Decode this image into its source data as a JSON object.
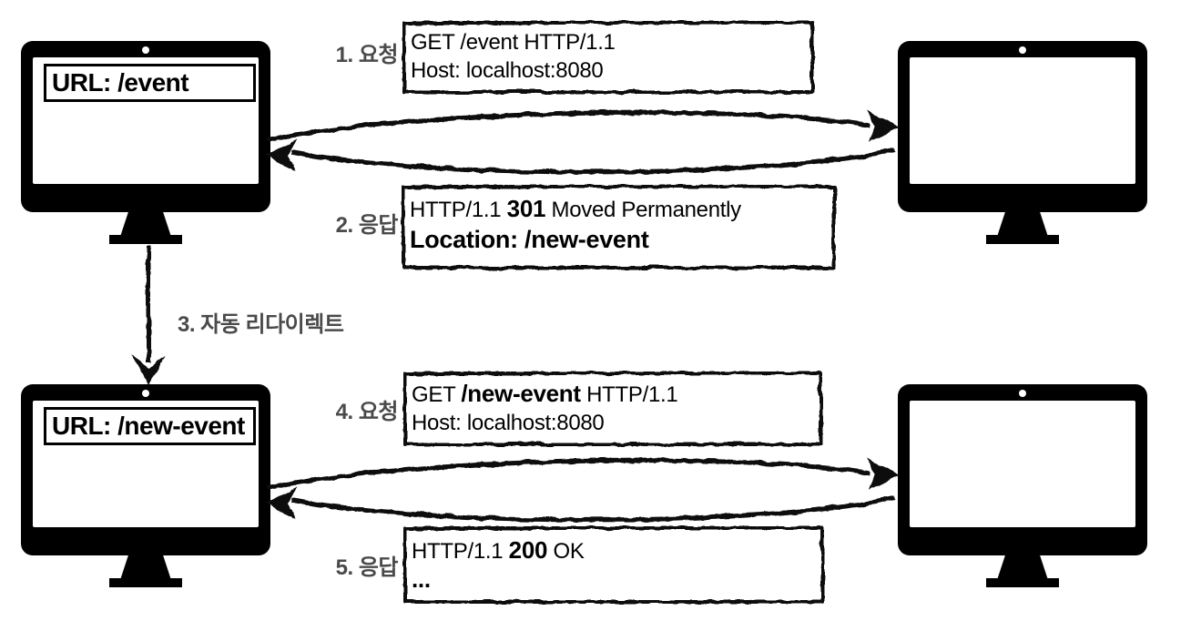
{
  "steps": {
    "s1": "1. 요청",
    "s2": "2. 응답",
    "s3": "3. 자동 리다이렉트",
    "s4": "4. 요청",
    "s5": "5. 응답"
  },
  "client_top": {
    "url_bar": "URL: /event"
  },
  "client_bottom": {
    "url_bar": "URL: /new-event"
  },
  "messages": {
    "request1": {
      "line1": "GET /event HTTP/1.1",
      "line2": "Host: localhost:8080"
    },
    "response1": {
      "l1_pre": "HTTP/1.1 ",
      "l1_code": "301",
      "l1_post": " Moved Permanently",
      "l2": "Location: /new-event"
    },
    "request2": {
      "l1_pre": "GET ",
      "l1_path": "/new-event",
      "l1_post": " HTTP/1.1",
      "l2": "Host: localhost:8080"
    },
    "response2": {
      "l1_pre": "HTTP/1.1 ",
      "l1_code": "200",
      "l1_post": " OK",
      "l2": "..."
    }
  },
  "colors": {
    "ink": "#0a0a0a",
    "label_gray": "#4a4a4a"
  }
}
